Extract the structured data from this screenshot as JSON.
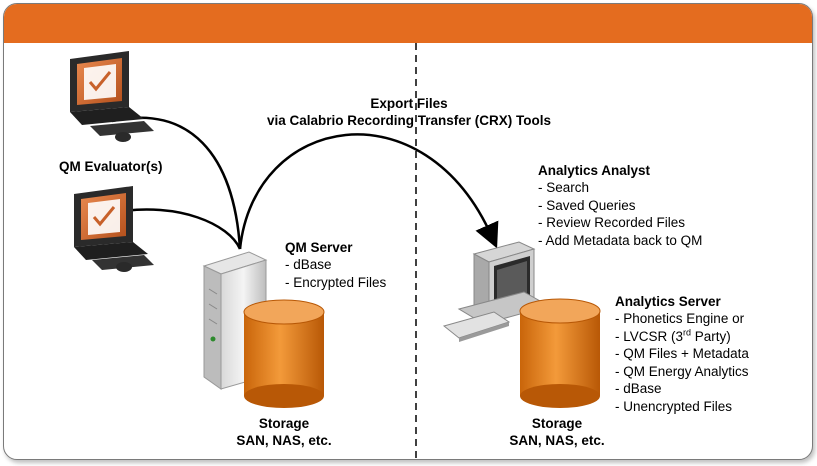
{
  "export_label": {
    "line1": "Export Files",
    "line2": "via Calabrio Recording Transfer (CRX) Tools"
  },
  "qm_evaluator": {
    "label": "QM Evaluator(s)"
  },
  "qm_server": {
    "title": "QM Server",
    "items": [
      "dBase",
      "Encrypted Files"
    ]
  },
  "storage_left": {
    "line1": "Storage",
    "line2": "SAN, NAS, etc."
  },
  "analytics_analyst": {
    "title": "Analytics Analyst",
    "items": [
      "Search",
      "Saved Queries",
      "Review Recorded Files",
      "Add Metadata back to QM"
    ]
  },
  "analytics_server": {
    "title": "Analytics Server",
    "items": [
      "Phonetics Engine or",
      "LVCSR (3",
      "rd",
      " Party)",
      "QM Files + Metadata",
      "QM Energy Analytics",
      "dBase",
      "Unencrypted Files"
    ]
  },
  "storage_right": {
    "line1": "Storage",
    "line2": "SAN, NAS, etc."
  },
  "colors": {
    "header": "#e46c1f",
    "cylinder": "#e07a12",
    "monitor_screen": "#c8612a"
  }
}
